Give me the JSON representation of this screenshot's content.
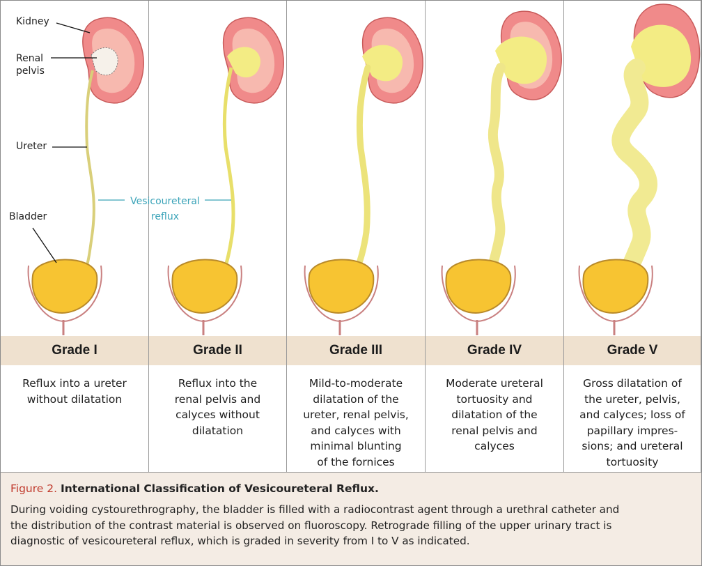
{
  "labels": {
    "kidney": "Kidney",
    "renal_pelvis_line1": "Renal",
    "renal_pelvis_line2": "pelvis",
    "ureter": "Ureter",
    "bladder": "Bladder",
    "vur_line1": "Vesicoureteral",
    "vur_line2": "reflux"
  },
  "grades": [
    {
      "title": "Grade I",
      "lines": [
        "Reflux into a ureter",
        "without dilatation"
      ]
    },
    {
      "title": "Grade II",
      "lines": [
        "Reflux into the",
        "renal pelvis and",
        "calyces without",
        "dilatation"
      ]
    },
    {
      "title": "Grade III",
      "lines": [
        "Mild-to-moderate",
        "dilatation of the",
        "ureter, renal pelvis,",
        "and calyces with",
        "minimal blunting",
        "of the fornices"
      ]
    },
    {
      "title": "Grade IV",
      "lines": [
        "Moderate ureteral",
        "tortuosity and",
        "dilatation of the",
        "renal pelvis and",
        "calyces"
      ]
    },
    {
      "title": "Grade V",
      "lines": [
        "Gross dilatation of",
        "the ureter, pelvis,",
        "and calyces; loss of",
        "papillary impres-",
        "sions; and ureteral",
        "tortuosity"
      ]
    }
  ],
  "caption": {
    "figure": "Figure 2.",
    "title": "International Classification of Vesicoureteral Reflux.",
    "body_lines": [
      "During voiding cystourethrography, the bladder is filled with a radiocontrast agent through a urethral catheter and",
      "the distribution of the contrast material is observed on fluoroscopy. Retrograde filling of the upper urinary tract is",
      "diagnostic of vesicoureteral reflux, which is graded in severity from I to V as indicated."
    ]
  },
  "colors": {
    "kidney_outer": "#f08a8a",
    "kidney_inner": "#f7c2b8",
    "contrast": "#f3ec84",
    "bladder_fill": "#f7c432",
    "grade_band": "#efe1cf",
    "caption_bg": "#f4ece4",
    "figure_red": "#c0392b",
    "vur_teal": "#3aa3b8"
  }
}
